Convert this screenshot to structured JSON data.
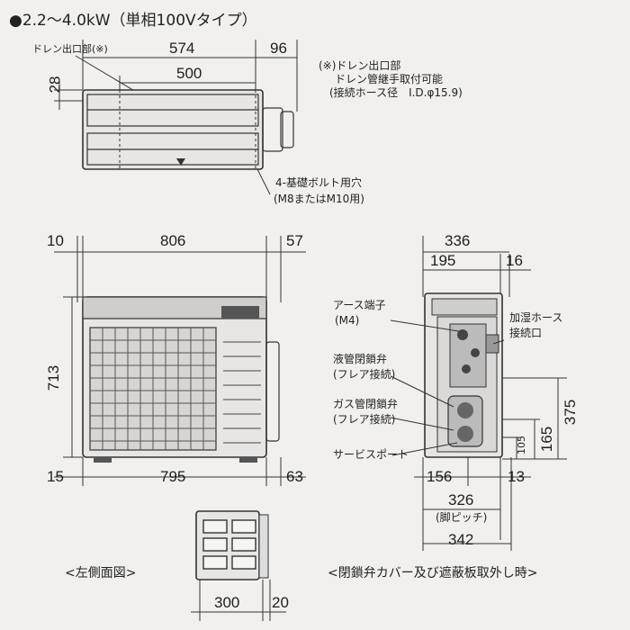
{
  "title": "●2.2～4.0kW（単相100Vタイプ）",
  "top_view": {
    "drain_label": "ドレン出口部(※)",
    "dim_574": "574",
    "dim_96": "96",
    "dim_500": "500",
    "dim_28": "28",
    "note_line1": "(※)ドレン出口部",
    "note_line2": "ドレン管継手取付可能",
    "note_line3": "(接続ホース径　I.D.φ15.9)",
    "bolt_line1": "4-基礎ボルト用穴",
    "bolt_line2": "(M8またはM10用)"
  },
  "front_view": {
    "dim_10": "10",
    "dim_806": "806",
    "dim_57": "57",
    "dim_713": "713",
    "dim_15": "15",
    "dim_795": "795",
    "dim_63": "63"
  },
  "side_view": {
    "dim_336": "336",
    "dim_195": "195",
    "dim_16": "16",
    "earth_line1": "アース端子",
    "earth_line2": "(M4)",
    "liquid_line1": "液管閉鎖弁",
    "liquid_line2": "(フレア接続)",
    "gas_line1": "ガス管閉鎖弁",
    "gas_line2": "(フレア接続)",
    "service_port": "サービスポート",
    "humid_line1": "加湿ホース",
    "humid_line2": "接続口",
    "dim_375": "375",
    "dim_165": "165",
    "dim_105": "105",
    "dim_156": "156",
    "dim_13": "13",
    "dim_326": "326",
    "leg_pitch": "(脚ピッチ)",
    "dim_342": "342",
    "caption": "<閉鎖弁カバー及び遮蔽板取外し時>"
  },
  "left_view": {
    "caption": "<左側面図>",
    "dim_300": "300",
    "dim_20": "20"
  }
}
